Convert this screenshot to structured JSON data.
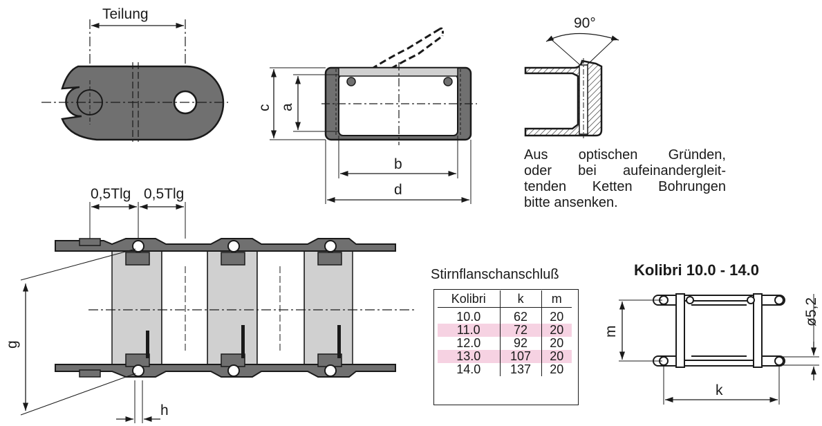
{
  "labels": {
    "teilung": "Teilung",
    "c": "c",
    "a": "a",
    "b": "b",
    "d": "d",
    "angle": "90°",
    "half_pitch_left": "0,5Tlg",
    "half_pitch_right": "0,5Tlg",
    "g": "g",
    "h": "h",
    "m": "m",
    "k": "k",
    "diameter": "ø5,2"
  },
  "note": {
    "line1": "Aus optischen Gründen,",
    "line2": "oder bei aufeinandergleit-",
    "line3": "tenden Ketten Bohrungen",
    "line4": "bitte ansenken."
  },
  "table": {
    "caption": "Stirnflanschanschluß",
    "headers": [
      "Kolibri",
      "k",
      "m"
    ],
    "rows": [
      {
        "kolibri": "10.0",
        "k": "62",
        "m": "20",
        "highlight": false
      },
      {
        "kolibri": "11.0",
        "k": "72",
        "m": "20",
        "highlight": true
      },
      {
        "kolibri": "12.0",
        "k": "92",
        "m": "20",
        "highlight": false
      },
      {
        "kolibri": "13.0",
        "k": "107",
        "m": "20",
        "highlight": true
      },
      {
        "kolibri": "14.0",
        "k": "137",
        "m": "20",
        "highlight": false
      }
    ]
  },
  "kolibri_title": "Kolibri 10.0 - 14.0",
  "colors": {
    "link_fill": "#707070",
    "crossbar_fill": "#d0d0d0",
    "line": "#1a1a1a",
    "row_highlight": "#f6d2e2"
  }
}
